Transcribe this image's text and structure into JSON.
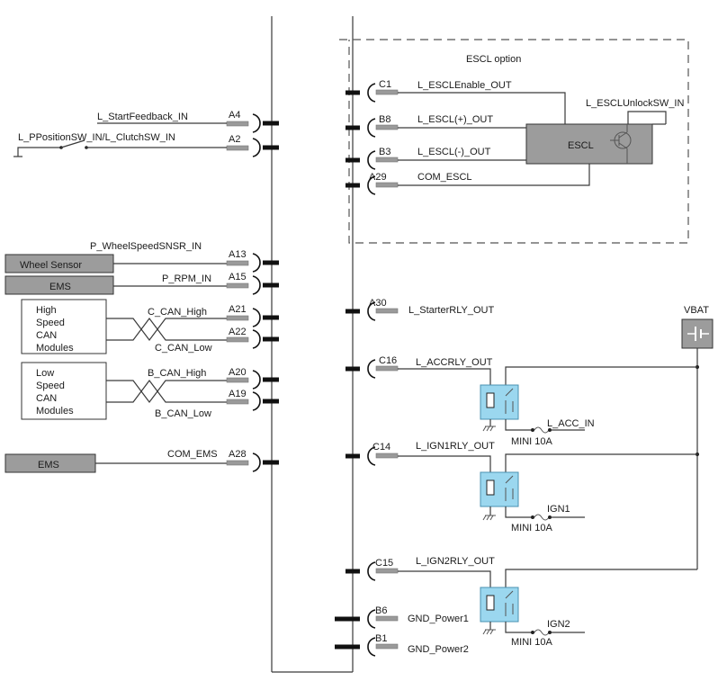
{
  "escl": {
    "title": "ESCL option",
    "module": "ESCL",
    "unlock_label": "L_ESCLUnlockSW_IN",
    "pins": [
      {
        "pin": "C1",
        "label": "L_ESCLEnable_OUT"
      },
      {
        "pin": "B8",
        "label": "L_ESCL(+)_OUT"
      },
      {
        "pin": "B3",
        "label": "L_ESCL(-)_OUT"
      },
      {
        "pin": "A29",
        "label": "COM_ESCL"
      }
    ]
  },
  "left_pins": [
    {
      "pin": "A4",
      "label": "L_StartFeedback_IN"
    },
    {
      "pin": "A2",
      "label": "L_PPositionSW_IN/L_ClutchSW_IN"
    },
    {
      "pin": "A13",
      "label": "P_WheelSpeedSNSR_IN"
    },
    {
      "pin": "A15",
      "label": "P_RPM_IN"
    },
    {
      "pin": "A21",
      "label": "C_CAN_High"
    },
    {
      "pin": "A22",
      "label": "C_CAN_Low"
    },
    {
      "pin": "A20",
      "label": "B_CAN_High"
    },
    {
      "pin": "A19",
      "label": "B_CAN_Low"
    },
    {
      "pin": "A28",
      "label": "COM_EMS"
    }
  ],
  "modules": {
    "wheel_sensor": "Wheel Sensor",
    "ems_top": "EMS",
    "ems_bottom": "EMS",
    "high_can": [
      "High",
      "Speed",
      "CAN",
      "Modules"
    ],
    "low_can": [
      "Low",
      "Speed",
      "CAN",
      "Modules"
    ]
  },
  "right_pins": [
    {
      "pin": "A30",
      "label": "L_StarterRLY_OUT"
    },
    {
      "pin": "C16",
      "label": "L_ACCRLY_OUT"
    },
    {
      "pin": "C14",
      "label": "L_IGN1RLY_OUT"
    },
    {
      "pin": "C15",
      "label": "L_IGN2RLY_OUT"
    },
    {
      "pin": "B6",
      "label": "GND_Power1"
    },
    {
      "pin": "B1",
      "label": "GND_Power2"
    }
  ],
  "vbat": "VBAT",
  "outputs": [
    {
      "fuse": "MINI 10A",
      "label": "L_ACC_IN"
    },
    {
      "fuse": "MINI 10A",
      "label": "IGN1"
    },
    {
      "fuse": "MINI 10A",
      "label": "IGN2"
    }
  ]
}
